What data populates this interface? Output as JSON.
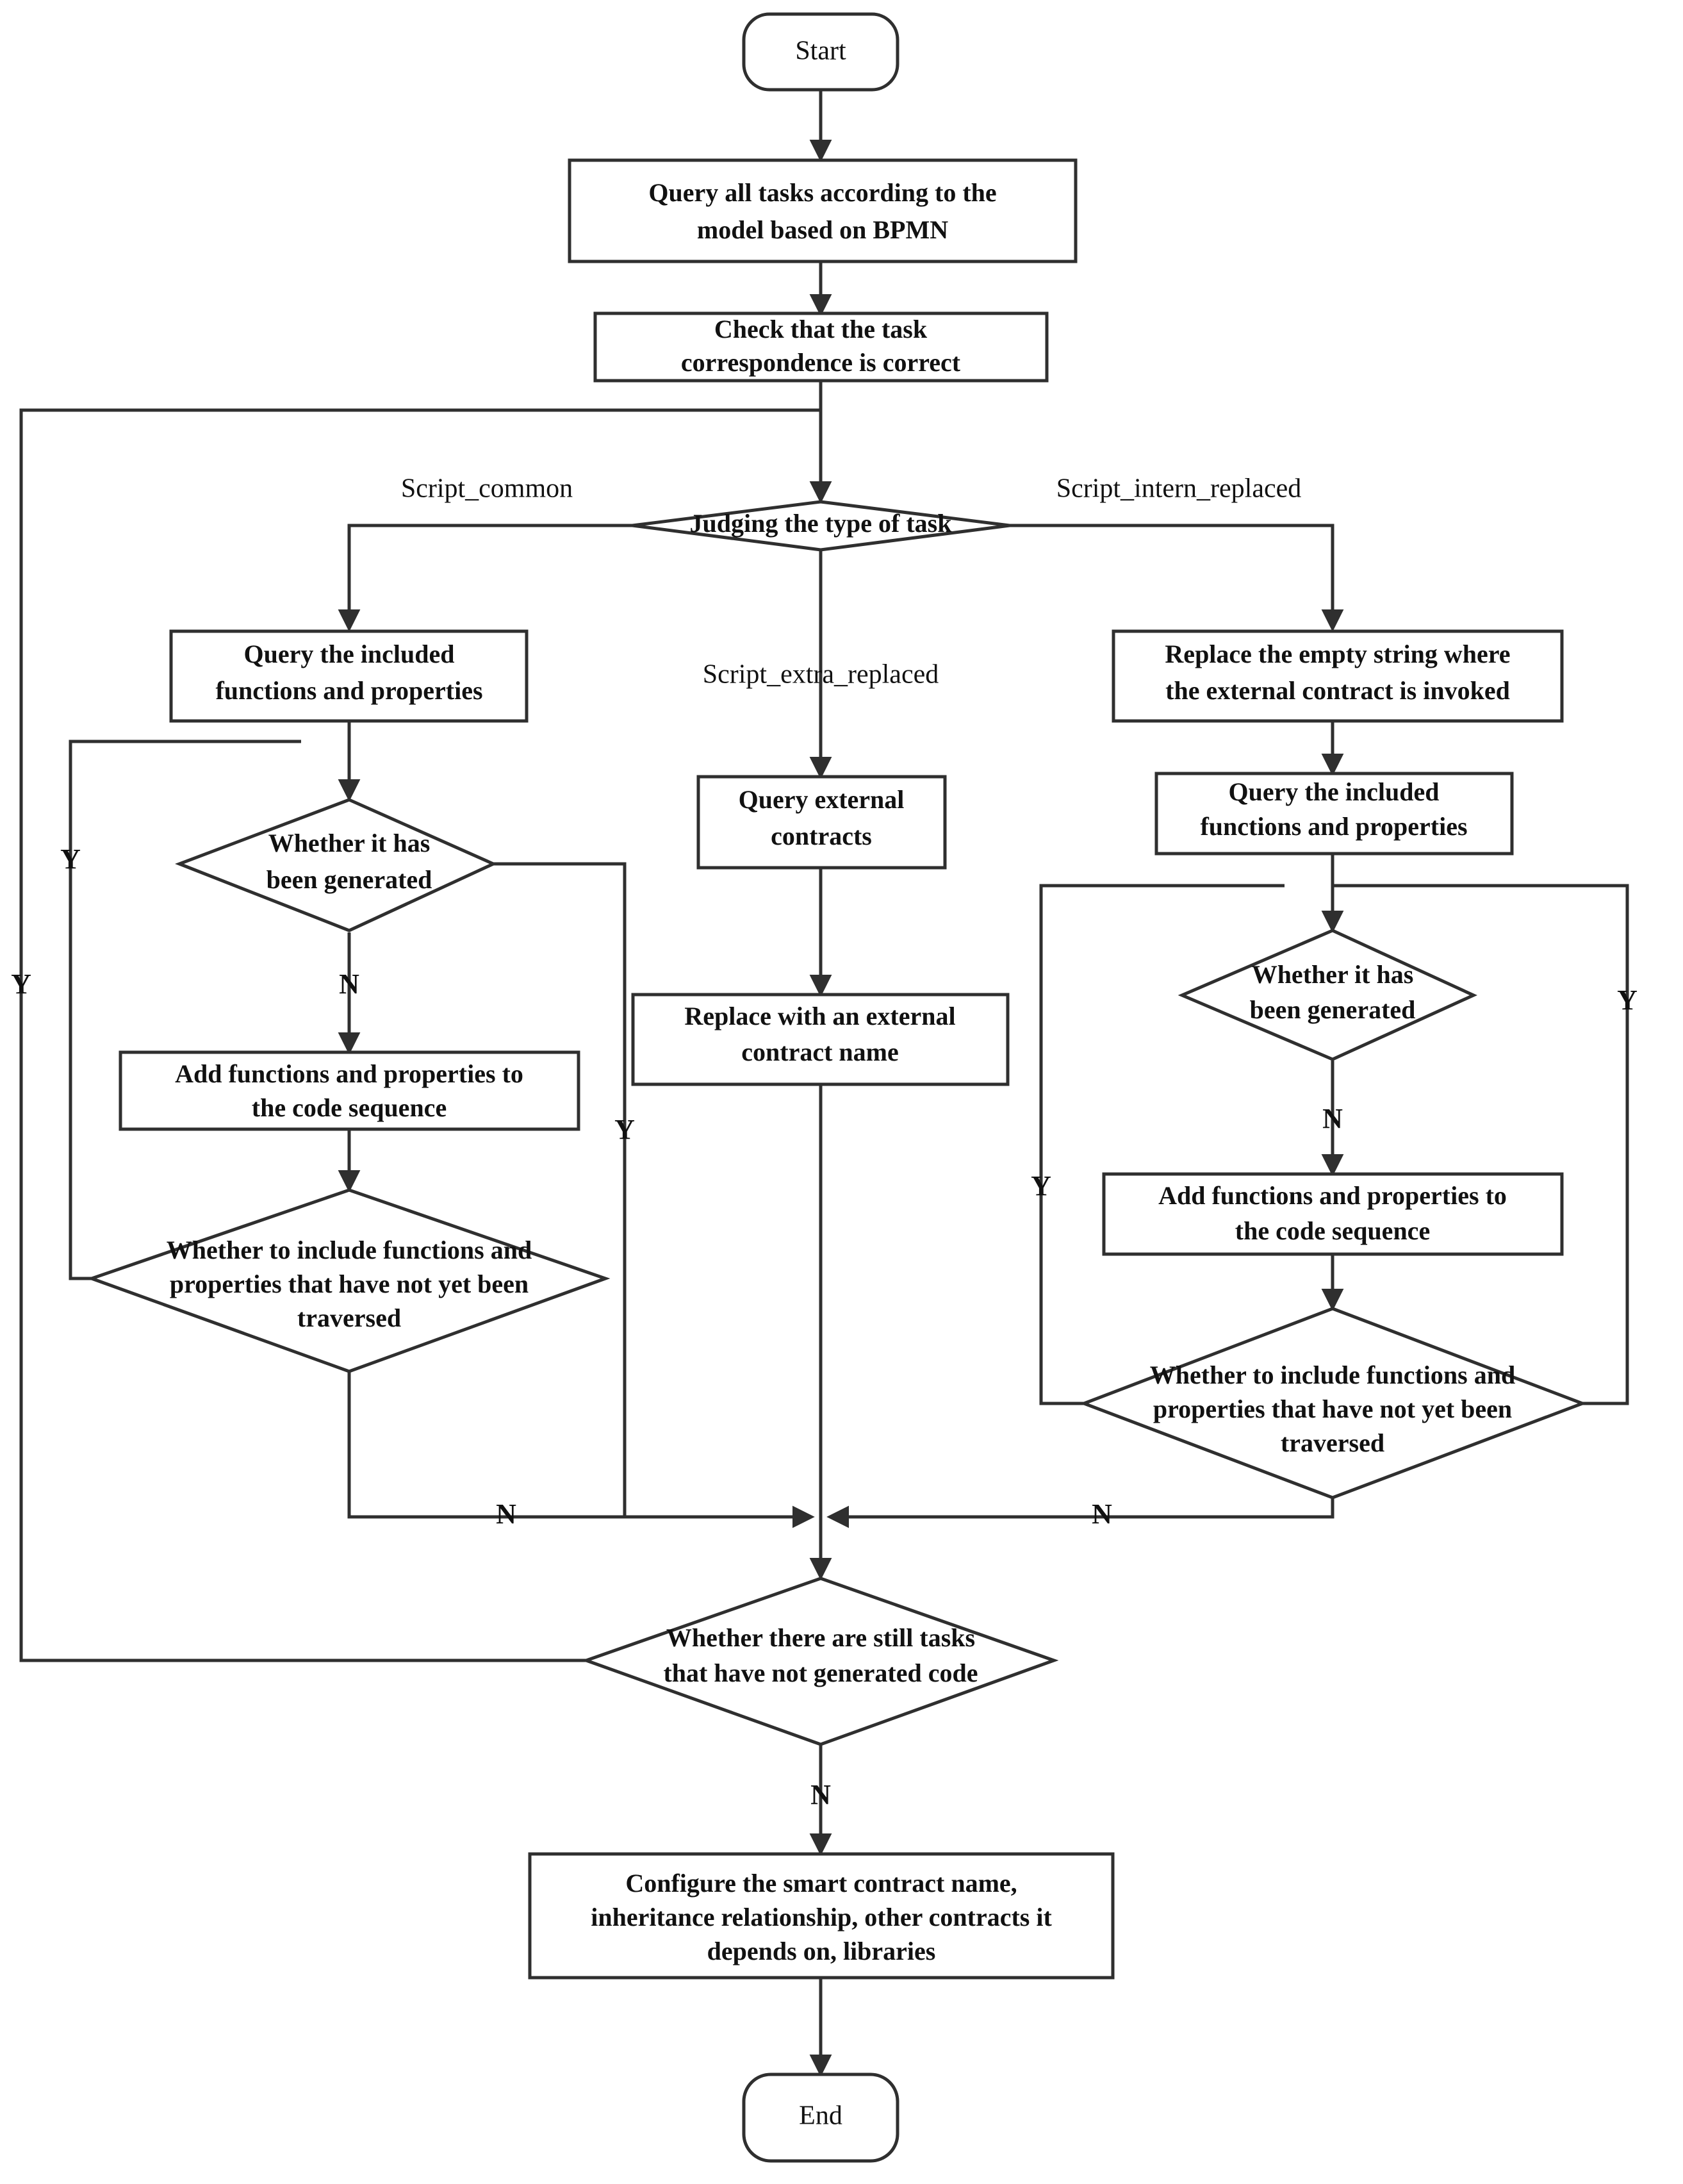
{
  "diagram": {
    "title": "Smart contract code generation flowchart",
    "background_color": "#ffffff",
    "line_color": "#2f2f2f",
    "text_color": "#111111"
  },
  "nodes": {
    "start": {
      "label": "Start",
      "shape": "terminator"
    },
    "query_all_tasks": {
      "label_line1": "Query all tasks according to the",
      "label_line2": "model based on BPMN",
      "shape": "process"
    },
    "check_task": {
      "label_line1": "Check that the task",
      "label_line2": "correspondence is correct",
      "shape": "process"
    },
    "judge_type": {
      "label": "Judging the type of task",
      "shape": "decision"
    },
    "left_query_included": {
      "label_line1": "Query the included",
      "label_line2": "functions and properties",
      "shape": "process"
    },
    "left_whether_generated": {
      "label_line1": "Whether it has",
      "label_line2": "been generated",
      "shape": "decision"
    },
    "left_add_functions": {
      "label_line1": "Add functions and properties to",
      "label_line2": "the code sequence",
      "shape": "process"
    },
    "left_whether_traversed": {
      "label_line1": "Whether to include functions and",
      "label_line2": "properties that have not yet been",
      "label_line3": "traversed",
      "shape": "decision"
    },
    "mid_query_external": {
      "label_line1": "Query external",
      "label_line2": "contracts",
      "shape": "process"
    },
    "mid_replace_name": {
      "label_line1": "Replace with an external",
      "label_line2": "contract name",
      "shape": "process"
    },
    "right_replace_empty": {
      "label_line1": "Replace the empty string where",
      "label_line2": "the external contract is invoked",
      "shape": "process"
    },
    "right_query_included": {
      "label_line1": "Query the included",
      "label_line2": "functions and properties",
      "shape": "process"
    },
    "right_whether_generated": {
      "label_line1": "Whether it has",
      "label_line2": "been generated",
      "shape": "decision"
    },
    "right_add_functions": {
      "label_line1": "Add functions and properties to",
      "label_line2": "the code sequence",
      "shape": "process"
    },
    "right_whether_traversed": {
      "label_line1": "Whether to include functions and",
      "label_line2": "properties that have not yet been",
      "label_line3": "traversed",
      "shape": "decision"
    },
    "whether_still_tasks": {
      "label_line1": "Whether there are still tasks",
      "label_line2": "that have not generated code",
      "shape": "decision"
    },
    "configure_contract": {
      "label_line1": "Configure the smart contract name,",
      "label_line2": "inheritance relationship, other contracts it",
      "label_line3": "depends on, libraries",
      "shape": "process"
    },
    "end": {
      "label": "End",
      "shape": "terminator"
    }
  },
  "branch_labels": {
    "script_common": "Script_common",
    "script_extra_replaced": "Script_extra_replaced",
    "script_intern_replaced": "Script_intern_replaced"
  },
  "edge_labels": {
    "left_outer_y": "Y",
    "left_inner_y": "Y",
    "left_gen_y": "Y",
    "left_gen_n": "N",
    "left_trav_n": "N",
    "mid_y": "Y",
    "right_inner_y": "Y",
    "right_outer_y": "Y",
    "right_gen_n": "N",
    "right_trav_n": "N",
    "still_tasks_n": "N"
  }
}
